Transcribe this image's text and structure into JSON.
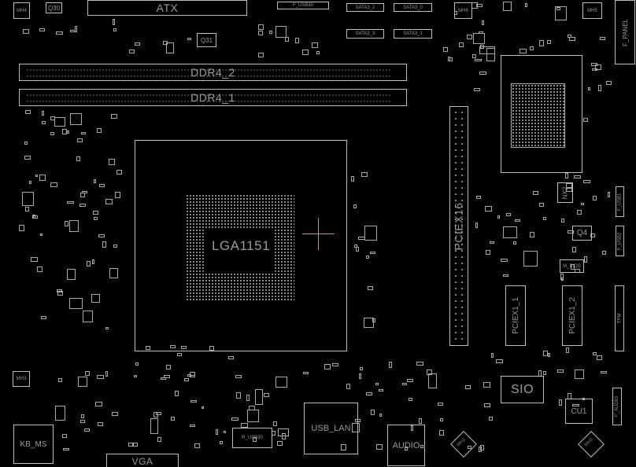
{
  "board": {
    "components": {
      "atx": "ATX",
      "f_usb30": "F_USB30",
      "sata3_2": "SATA3_2",
      "sata3_0": "SATA3_0",
      "sata3_3": "SATA3_3",
      "sata3_1": "SATA3_1",
      "mh4": "MH4",
      "mh5": "MH5",
      "mh6": "MH6",
      "mh3": "MH3",
      "mh2": "MH2",
      "mh1": "MH1",
      "q30": "Q30",
      "q31": "Q31",
      "q4": "Q4",
      "f_panel": "F_PANEL",
      "ddr4_2": "DDR4_2",
      "ddr4_1": "DDR4_1",
      "cpu_socket": "LGA1151",
      "pciex16": "PCIEX16",
      "nx2": "NX2",
      "f_usb1": "F_USB1",
      "f_usb2": "F_USB2",
      "m_bios": "M_BIOS",
      "pciex1_1": "PCIEX1_1",
      "pciex1_2": "PCIEX1_2",
      "tpm": "TPM",
      "sio": "SIO",
      "cu1": "CU1",
      "f_audio": "F_AUDIO",
      "kb_ms": "KB_MS",
      "vga": "VGA",
      "r_usb30": "R_USB30",
      "usb_lan": "USB_LAN",
      "audio": "AUDIO"
    },
    "colors": {
      "outline": "#bdbdbd",
      "label": "#9a9a9a",
      "cursor": "#c98a98"
    }
  }
}
